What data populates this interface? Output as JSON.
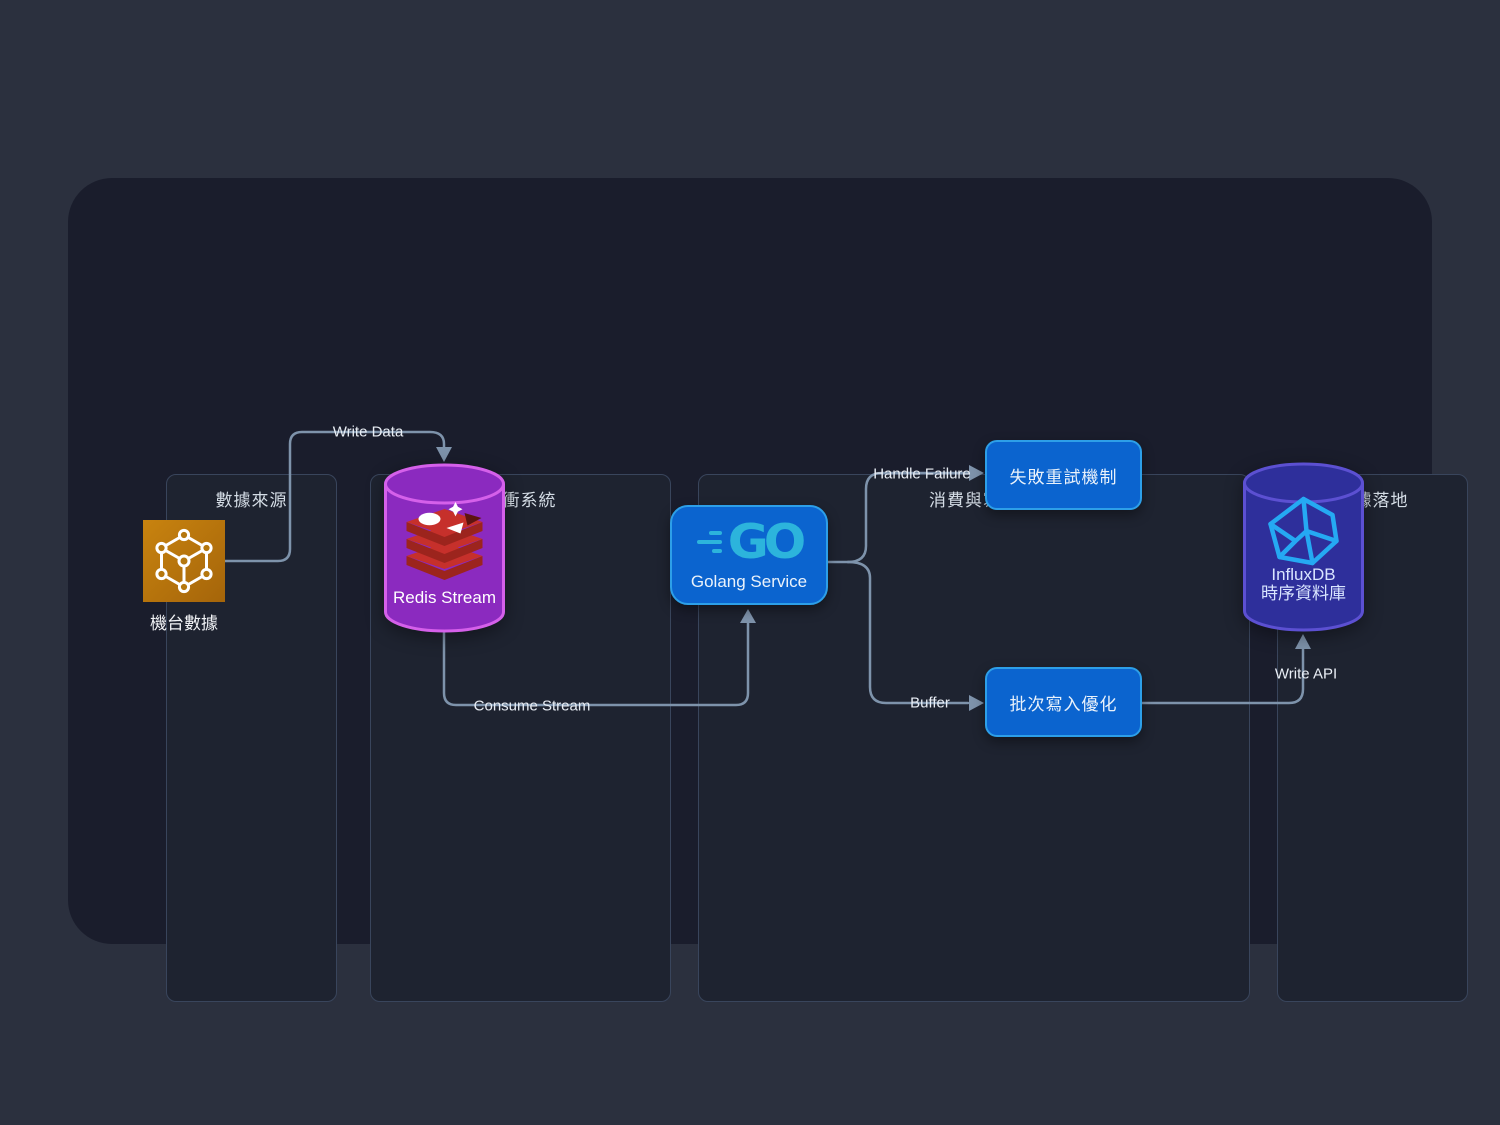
{
  "groups": [
    {
      "id": "data-source",
      "title": "數據來源"
    },
    {
      "id": "buffer-system",
      "title": "緩衝系統"
    },
    {
      "id": "consume-write",
      "title": "消費與寫入"
    },
    {
      "id": "data-landing",
      "title": "數據落地"
    }
  ],
  "nodes": {
    "machine_data": {
      "label": "機台數據",
      "icon": "aws-iot-thing-icon"
    },
    "redis_stream": {
      "label": "Redis Stream",
      "icon": "redis-icon"
    },
    "golang_service": {
      "label": "Golang Service",
      "logo_text": "GO",
      "icon": "go-logo-icon"
    },
    "retry": {
      "label": "失敗重試機制"
    },
    "batch": {
      "label": "批次寫入優化"
    },
    "influxdb": {
      "label_line1": "InfluxDB",
      "label_line2": "時序資料庫",
      "icon": "influxdb-icon"
    }
  },
  "edges": [
    {
      "id": "write-data",
      "label": "Write Data"
    },
    {
      "id": "consume-stream",
      "label": "Consume Stream"
    },
    {
      "id": "handle-failure",
      "label": "Handle Failure"
    },
    {
      "id": "buffer",
      "label": "Buffer"
    },
    {
      "id": "write-api",
      "label": "Write API"
    }
  ],
  "colors": {
    "page_background": "#2b303e",
    "canvas_background": "#1a1d2c",
    "panel_fill": "#1e2330",
    "panel_border": "#39455c",
    "panel_title_text": "#d5dde6",
    "edge_line": "#7e93ab",
    "edge_label_text": "#e9eef5",
    "blue_box_fill": "#0b64cf",
    "blue_box_border": "#2d9fe8",
    "go_logo_cyan": "#2cb4dc",
    "redis_cylinder_fill": "#8b2abf",
    "redis_cylinder_border": "#d560ea",
    "redis_logo_red": "#c6302b",
    "influx_cylinder_fill": "#2e2f9b",
    "influx_cylinder_border": "#5c50d2",
    "influx_logo_blue": "#25a9f3",
    "iot_icon_orange": "#b5770e"
  }
}
